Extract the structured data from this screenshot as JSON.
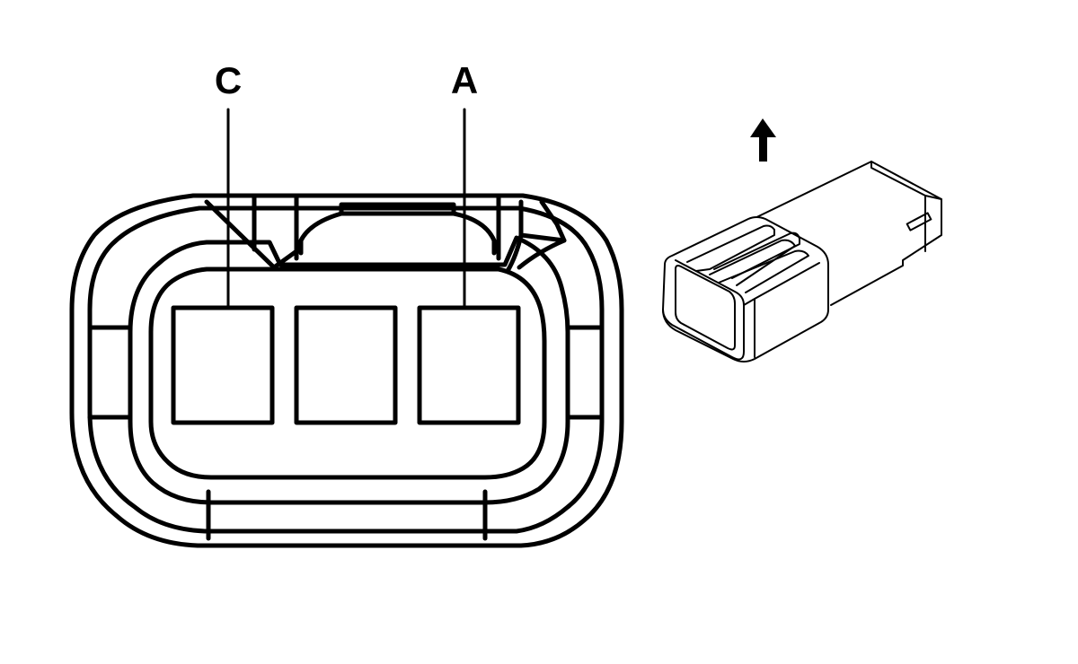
{
  "connector_face": {
    "pin_labels": [
      {
        "id": "C",
        "text": "C"
      },
      {
        "id": "A",
        "text": "A"
      }
    ]
  },
  "connector_view": {
    "arrow": {
      "icon": "up-arrow-icon"
    }
  },
  "colors": {
    "line": "#000000",
    "background": "#ffffff"
  }
}
